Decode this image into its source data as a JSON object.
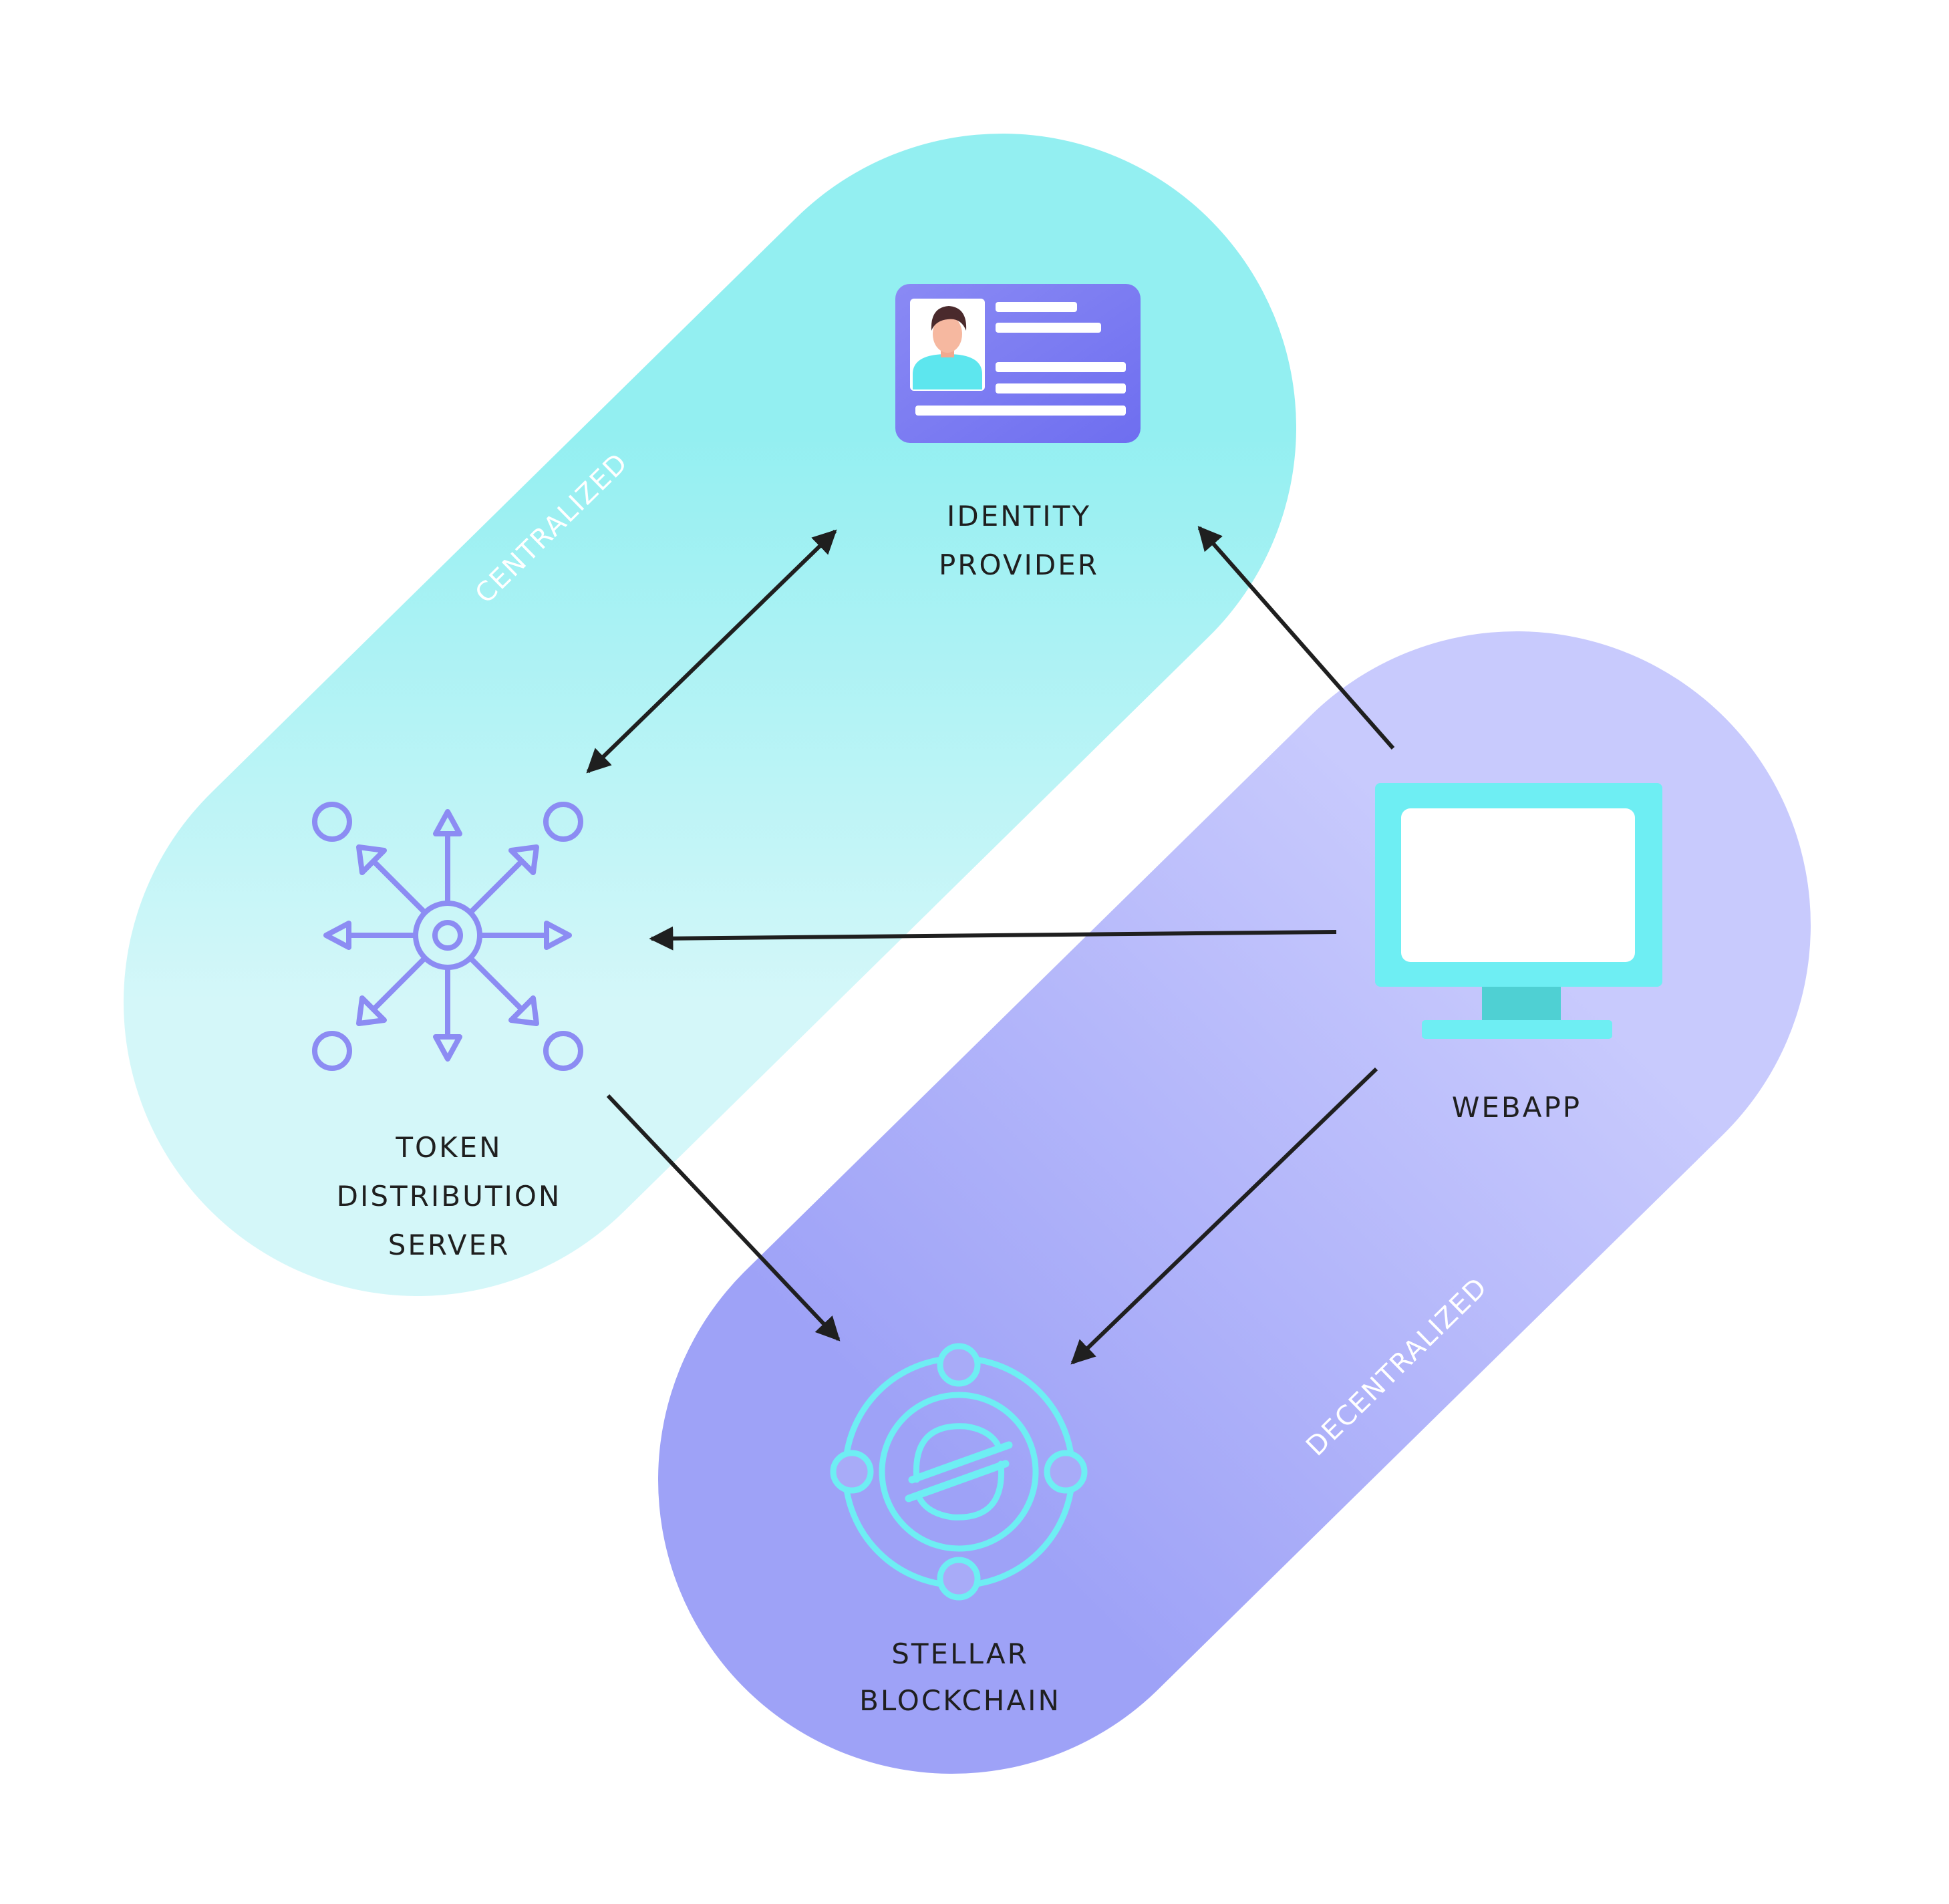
{
  "zones": {
    "centralized": {
      "label": "CENTRALIZED",
      "color_top": "#93EFF1",
      "color_bottom": "#D4F7F9"
    },
    "decentralized": {
      "label": "DECENTRALIZED",
      "color_top": "#C8CAFD",
      "color_bottom": "#9EA2F7"
    }
  },
  "nodes": {
    "identity_provider": {
      "label_line1": "IDENTITY",
      "label_line2": "PROVIDER",
      "icon": "id-card-icon"
    },
    "token_server": {
      "label_line1": "TOKEN",
      "label_line2": "DISTRIBUTION",
      "label_line3": "SERVER",
      "icon": "distribution-hub-icon"
    },
    "webapp": {
      "label": "WEBAPP",
      "icon": "monitor-icon"
    },
    "stellar": {
      "label_line1": "STELLAR",
      "label_line2": "BLOCKCHAIN",
      "icon": "stellar-logo-icon"
    }
  },
  "connections": [
    {
      "from": "token_server",
      "to": "identity_provider",
      "direction": "both"
    },
    {
      "from": "webapp",
      "to": "identity_provider",
      "direction": "one-way"
    },
    {
      "from": "webapp",
      "to": "token_server",
      "direction": "one-way"
    },
    {
      "from": "token_server",
      "to": "stellar",
      "direction": "one-way"
    },
    {
      "from": "webapp",
      "to": "stellar",
      "direction": "one-way"
    }
  ],
  "colors": {
    "icon_purple": "#8C8CF3",
    "icon_cyan": "#6EEEF3",
    "card_purple": "#7B7BF2",
    "arrow": "#1f1f1f"
  }
}
